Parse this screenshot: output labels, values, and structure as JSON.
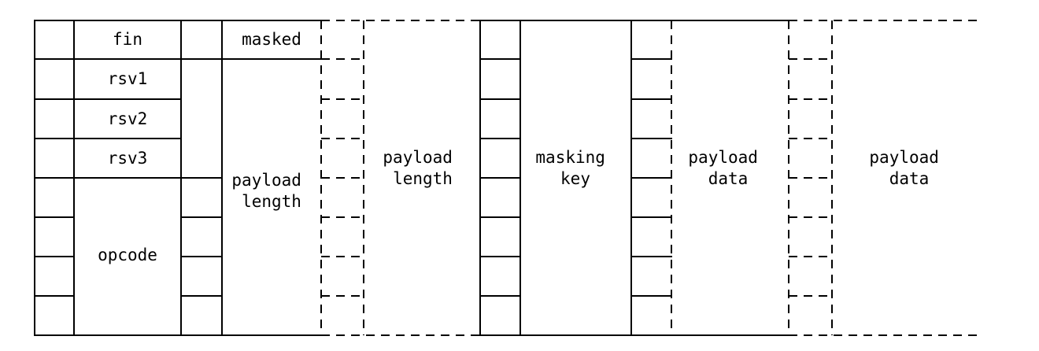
{
  "fields": {
    "fin": "fin",
    "rsv1": "rsv1",
    "rsv2": "rsv2",
    "rsv3": "rsv3",
    "opcode": "opcode",
    "masked": "masked",
    "payload_length_7": [
      "payload",
      "length"
    ],
    "payload_length_ext": [
      "payload",
      "length"
    ],
    "masking_key": [
      "masking",
      "key"
    ],
    "payload_data_1": [
      "payload",
      "data"
    ],
    "payload_data_2": [
      "payload",
      "data"
    ]
  }
}
